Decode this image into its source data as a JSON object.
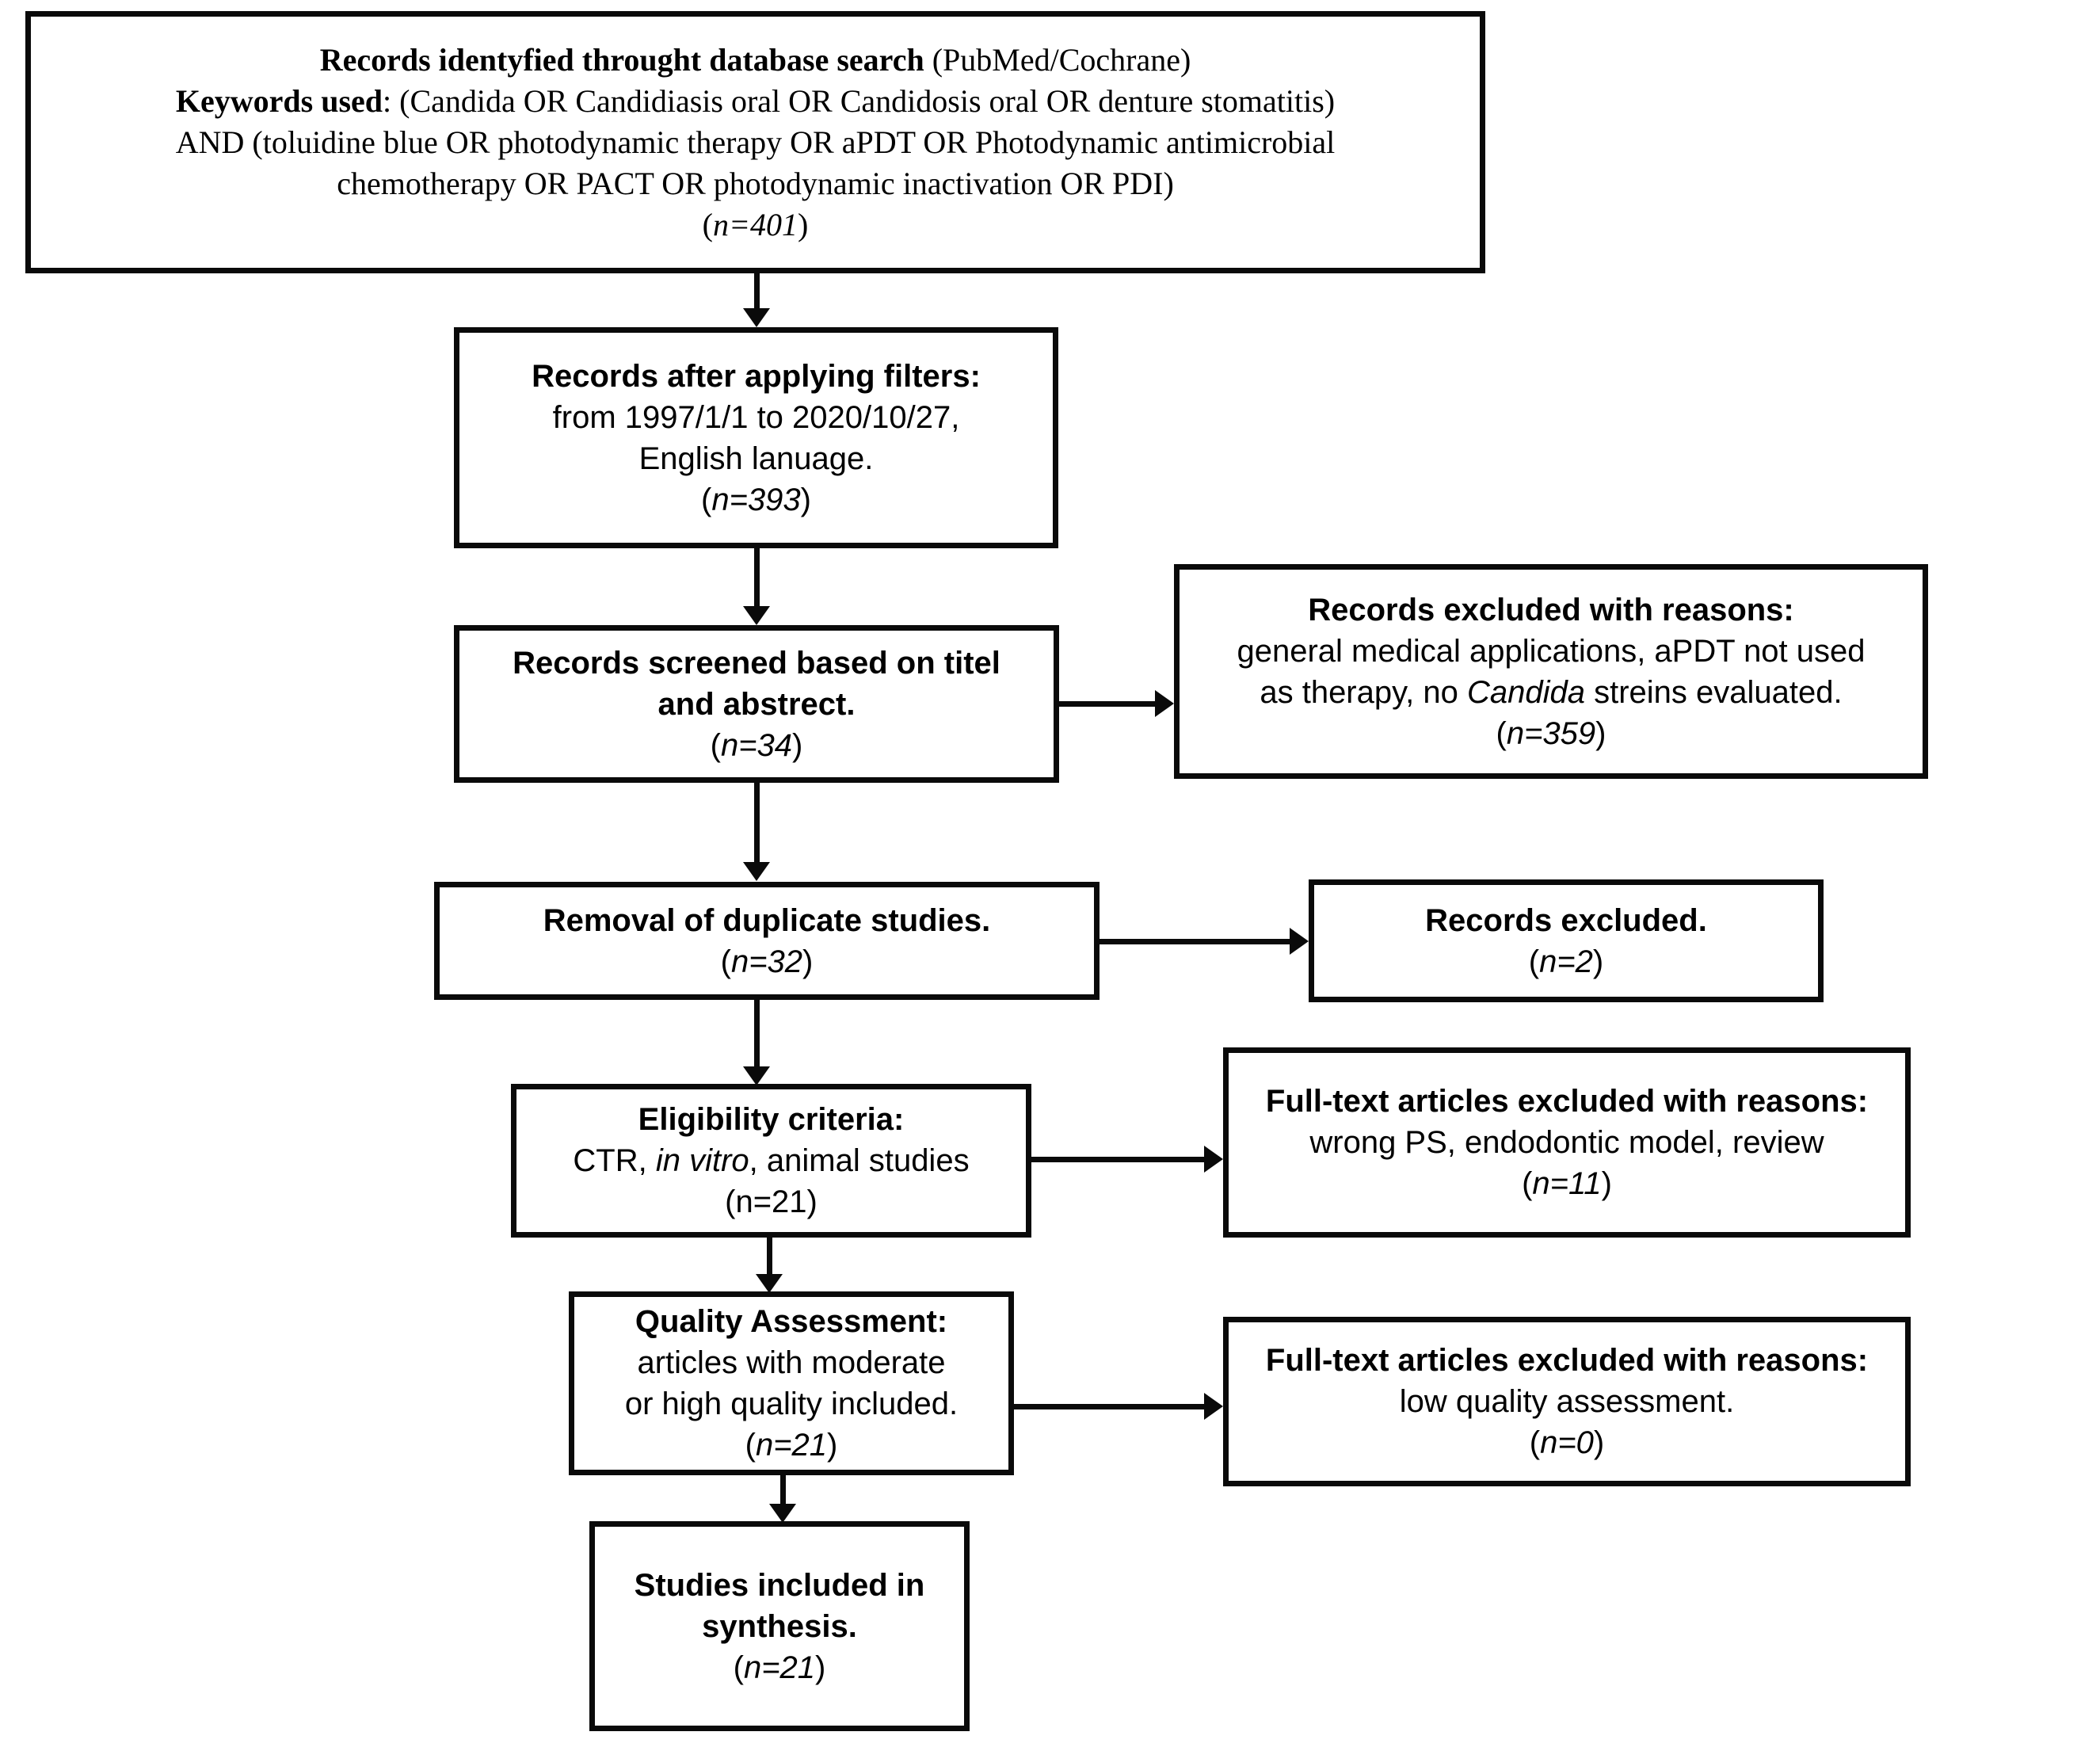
{
  "diagram": {
    "type": "prisma-flow-diagram",
    "colors": {
      "stroke": "#0a0a0a",
      "fill": "#ffffff",
      "text": "#000000"
    },
    "boxes": {
      "identification": {
        "name": "records-identified-box",
        "line1_bold": "Records identyfied throught database search",
        "line1_rest": " (PubMed/Cochrane)",
        "line2_bold": "Keywords used",
        "line2_rest": ": (Candida OR Candidiasis oral OR Candidosis oral OR denture stomatitis)",
        "line3": "AND (toluidine blue OR photodynamic therapy OR aPDT OR Photodynamic antimicrobial",
        "line4": "chemotherapy OR PACT OR photodynamic inactivation OR PDI)",
        "count": "(n=401)",
        "count_n": "n",
        "count_val": "=401"
      },
      "filters": {
        "name": "records-after-filters-box",
        "title": "Records after applying filters:",
        "line2": "from 1997/1/1 to 2020/10/27,",
        "line3": "English lanuage.",
        "count_n": "n",
        "count_val": "=393"
      },
      "screened": {
        "name": "records-screened-box",
        "title_l1": "Records screened based on titel",
        "title_l2": "and abstrect.",
        "count_n": "n",
        "count_val": "=34"
      },
      "excluded_reasons": {
        "name": "records-excluded-reasons-box",
        "title": "Records excluded with reasons:",
        "line2": "general medical applications, aPDT not used",
        "line3_a": "as therapy, no ",
        "line3_italic": "Candida",
        "line3_b": " streins evaluated.",
        "count_n": "n",
        "count_val": "=359"
      },
      "duplicates": {
        "name": "removal-duplicates-box",
        "title": "Removal of duplicate studies.",
        "count_n": "n",
        "count_val": "=32"
      },
      "records_excluded": {
        "name": "records-excluded-box",
        "title": "Records excluded.",
        "count_n": "n",
        "count_val": "=2"
      },
      "eligibility": {
        "name": "eligibility-criteria-box",
        "title": "Eligibility criteria:",
        "line2_a": "CTR, ",
        "line2_italic": "in vitro",
        "line2_b": ", animal studies",
        "count": "(n=21)"
      },
      "fulltext_excluded_1": {
        "name": "fulltext-excluded-reasons-box-1",
        "title": "Full-text articles excluded with reasons:",
        "line2": "wrong PS, endodontic model, review",
        "count_n": "n",
        "count_val": "=11"
      },
      "quality": {
        "name": "quality-assessment-box",
        "title": "Quality Assessment:",
        "line2": "articles with moderate",
        "line3": "or high quality included.",
        "count_n": "n",
        "count_val": "=21"
      },
      "fulltext_excluded_2": {
        "name": "fulltext-excluded-reasons-box-2",
        "title": "Full-text articles excluded with reasons:",
        "line2": "low quality assessment.",
        "count_n": "n",
        "count_val": "=0"
      },
      "included": {
        "name": "studies-included-box",
        "title_l1": "Studies included in",
        "title_l2": "synthesis.",
        "count_n": "n",
        "count_val": "=21"
      }
    }
  }
}
